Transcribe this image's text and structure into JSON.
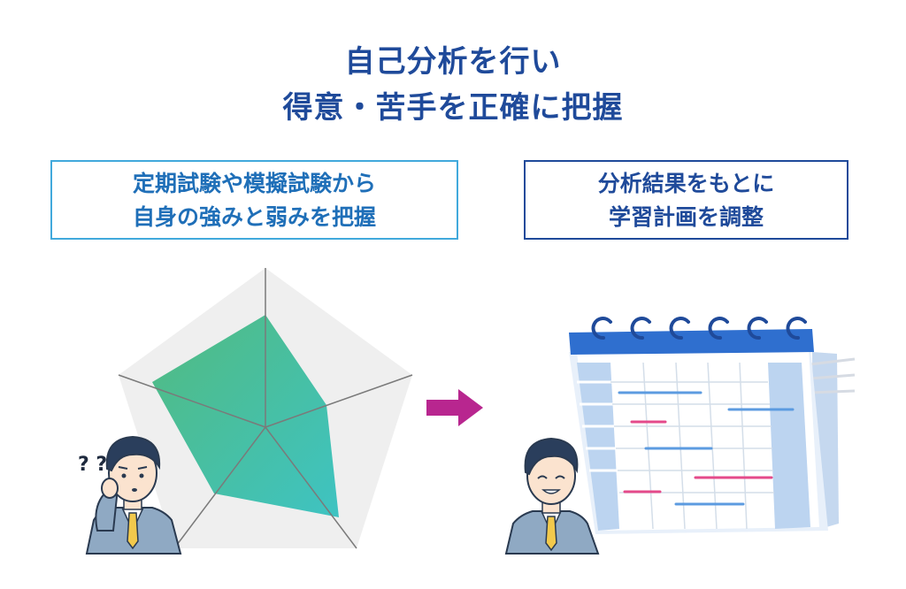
{
  "title": {
    "line1": "自己分析を行い",
    "line2": "得意・苦手を正確に把握"
  },
  "left_box": {
    "line1": "定期試験や模擬試験から",
    "line2": "自身の強みと弱みを把握"
  },
  "right_box": {
    "line1": "分析結果をもとに",
    "line2": "学習計画を調整"
  },
  "question_marks": "? ?",
  "colors": {
    "title": "#1f4a9a",
    "left_box_border": "#41a9dc",
    "right_box_border": "#1f4a9a",
    "arrow": "#b8268f",
    "radar_fill": "#3dbb8f",
    "calendar_header": "#2f6fcf"
  },
  "icons": [
    "radar-chart-icon",
    "arrow-right-icon",
    "calendar-icon",
    "thinking-person-icon",
    "smiling-person-icon"
  ]
}
